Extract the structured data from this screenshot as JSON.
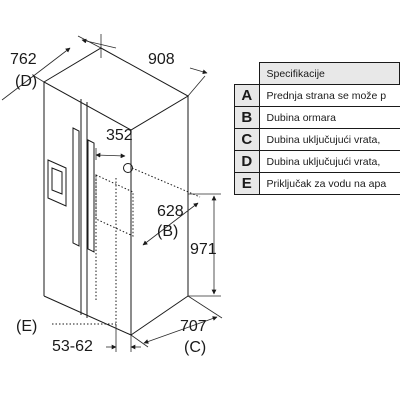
{
  "dimensions": {
    "width": "908",
    "depth_top": "762",
    "depth_top_ref": "(D)",
    "door_offset": "352",
    "depth_side": "628",
    "depth_side_ref": "(B)",
    "height": "971",
    "depth_bottom": "707",
    "depth_bottom_ref": "(C)",
    "water_offset": "53-62",
    "water_ref": "(E)"
  },
  "spec_table": {
    "header": "Specifikacije",
    "rows": [
      {
        "key": "A",
        "text": "Prednja strana se može p"
      },
      {
        "key": "B",
        "text": "Dubina ormara"
      },
      {
        "key": "C",
        "text": "Dubina uključujući vrata,"
      },
      {
        "key": "D",
        "text": "Dubina uključujući vrata,"
      },
      {
        "key": "E",
        "text": "Priključak za vodu na apa"
      }
    ]
  },
  "colors": {
    "line": "#1a1a1a",
    "key_cell_bg": "#e8e8e8"
  }
}
